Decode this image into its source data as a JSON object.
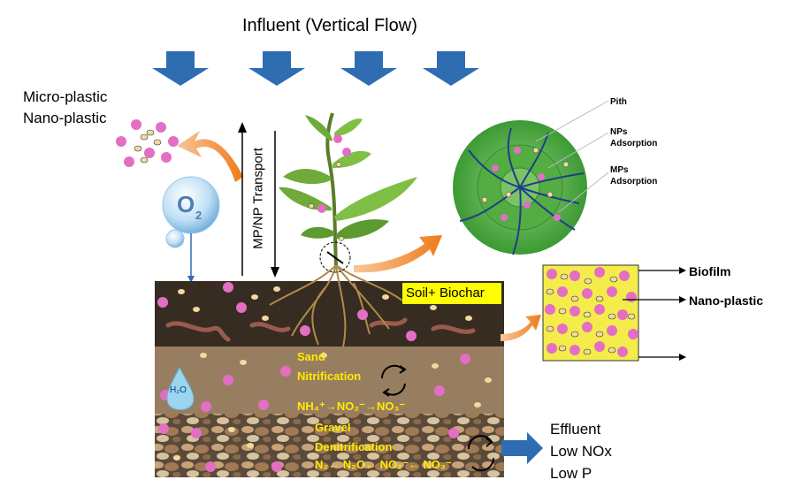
{
  "title": "Influent (Vertical Flow)",
  "particles_label": {
    "line1": "Micro-plastic",
    "line2": "Nano-plastic"
  },
  "oxygen_symbol": "O",
  "oxygen_subscript": "2",
  "transport_label": "MP/NP Transport",
  "cross_section_labels": {
    "pith": "Pith",
    "nps_adsorption": [
      "NPs",
      "Adsorption"
    ],
    "mps_adsorption": [
      "MPs",
      "Adsorption"
    ]
  },
  "biofilm_labels": {
    "biofilm": "Biofilm",
    "nano_plastic": "Nano-plastic"
  },
  "soil_layer_label": "Soil+ Biochar",
  "sand_layer": {
    "name": "Sand",
    "process": "Nitrification",
    "equation": "NH₄⁺→NO₂⁻→NO₃⁻"
  },
  "water_drop": "H₂O",
  "gravel_layer": {
    "name": "Gravel",
    "process": "Denitrification",
    "equation": "N₂← N₂O← NO₂⁻← NO₃⁻"
  },
  "effluent": {
    "line1": "Effluent",
    "line2": "Low NOx",
    "line3": "Low P"
  },
  "colors": {
    "arrow_blue": "#2f6db3",
    "microplastic": "#e46ec4",
    "nanoplastic": "#f2d9a0",
    "label_yellow": "#ffea00",
    "orange_arrow": "#f08a2a",
    "cross_section_green": "#5cb84a"
  }
}
